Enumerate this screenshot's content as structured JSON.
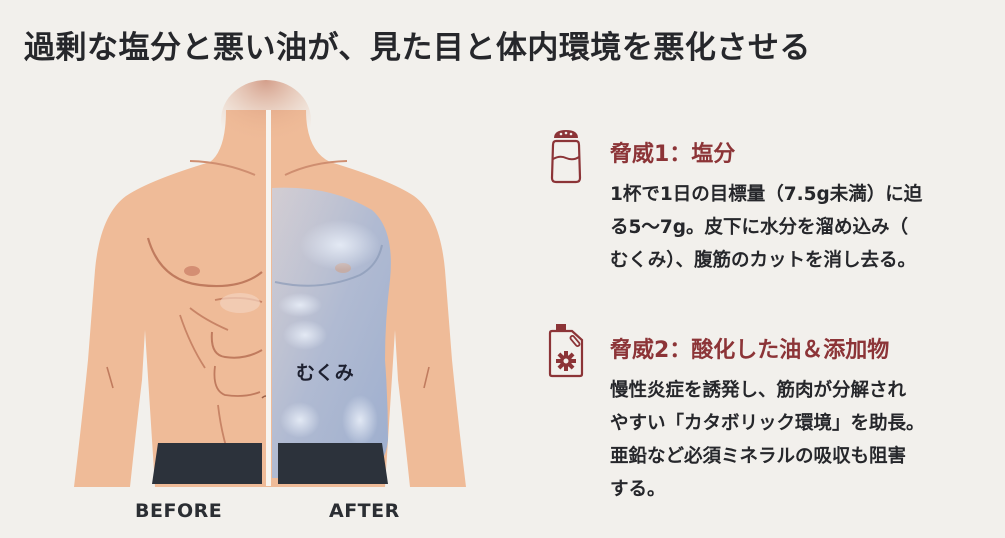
{
  "title": "過剰な塩分と悪い油が、見た目と体内環境を悪化させる",
  "figure": {
    "before_label": "BEFORE",
    "after_label": "AFTER",
    "annotation": "むくみ",
    "colors": {
      "skin": "#efbb98",
      "skin_shadow": "#d9926f",
      "water_overlay": "#b8c7e0",
      "shorts": "#2c323b",
      "divider": "#f7f4ef"
    }
  },
  "threats": [
    {
      "icon": "salt-shaker-icon",
      "title": "脅威1：塩分",
      "body_lines": [
        "1杯で1日の目標量（7.5g未満）に迫",
        "る5〜7g。皮下に水分を溜め込み（",
        "むくみ）、腹筋のカットを消し去る。"
      ]
    },
    {
      "icon": "oil-canister-gear-icon",
      "title": "脅威2：酸化した油＆添加物",
      "body_lines": [
        "慢性炎症を誘発し、筋肉が分解され",
        "やすい「カタボリック環境」を助長。",
        "亜鉛など必須ミネラルの吸収も阻害",
        "する。"
      ]
    }
  ],
  "colors": {
    "background": "#f2f0ec",
    "accent": "#8c3437",
    "text": "#26272b"
  }
}
